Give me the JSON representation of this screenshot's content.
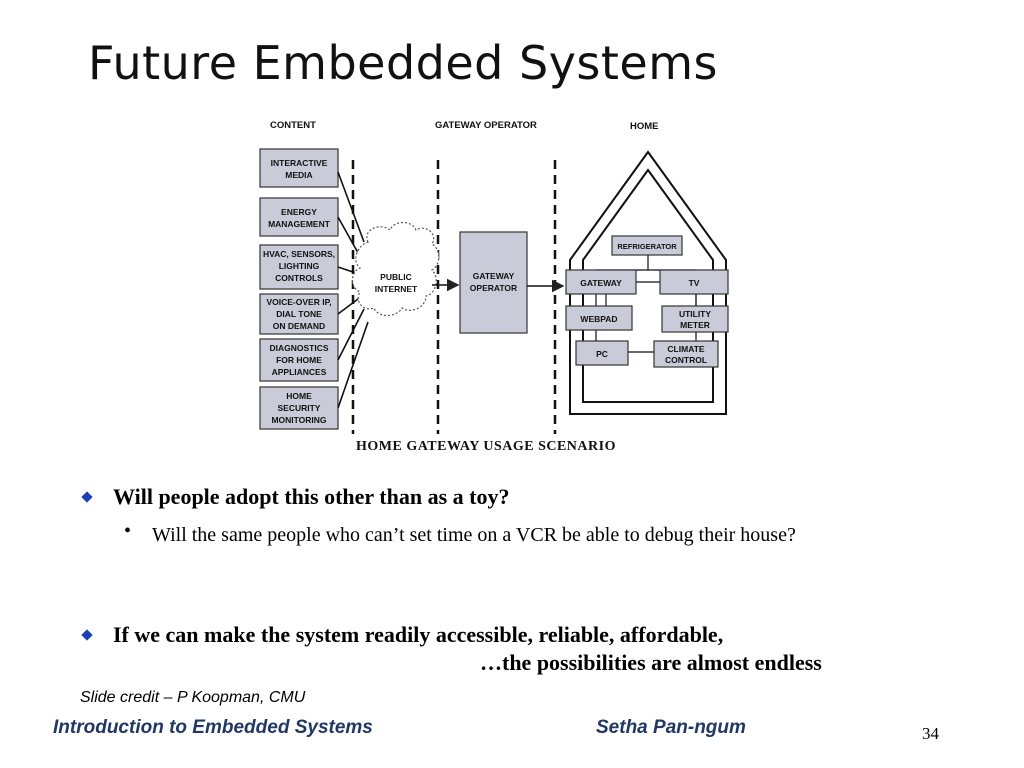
{
  "slide": {
    "title": "Future Embedded Systems",
    "page_number": "34"
  },
  "diagram": {
    "headers": {
      "content": "CONTENT",
      "gateway_operator": "GATEWAY OPERATOR",
      "home": "HOME"
    },
    "content_boxes": [
      [
        "INTERACTIVE",
        "MEDIA"
      ],
      [
        "ENERGY",
        "MANAGEMENT"
      ],
      [
        "HVAC, SENSORS,",
        "LIGHTING",
        "CONTROLS"
      ],
      [
        "VOICE-OVER IP,",
        "DIAL TONE",
        "ON DEMAND"
      ],
      [
        "DIAGNOSTICS",
        "FOR HOME",
        "APPLIANCES"
      ],
      [
        "HOME",
        "SECURITY",
        "MONITORING"
      ]
    ],
    "cloud": [
      "PUBLIC",
      "INTERNET"
    ],
    "operator_box": [
      "GATEWAY",
      "OPERATOR"
    ],
    "home_boxes": {
      "refrigerator": [
        "REFRIGERATOR"
      ],
      "gateway": [
        "GATEWAY"
      ],
      "tv": [
        "TV"
      ],
      "webpad": [
        "WEBPAD"
      ],
      "utility_meter": [
        "UTILITY",
        "METER"
      ],
      "pc": [
        "PC"
      ],
      "climate_control": [
        "CLIMATE",
        "CONTROL"
      ]
    },
    "caption": "HOME GATEWAY USAGE SCENARIO"
  },
  "bullets": {
    "b1": "Will people adopt this other than as a toy?",
    "b1_sub": "Will the same people who can’t set time on a VCR be able to debug their house?",
    "b2_line1": "If we can make the system readily accessible, reliable, affordable,",
    "b2_line2": "…the possibilities are almost endless"
  },
  "footer": {
    "credit": "Slide credit – P Koopman, CMU",
    "course": "Introduction to Embedded Systems",
    "author": "Setha Pan-ngum"
  },
  "colors": {
    "footer_text": "#1f3864",
    "bullet_diamond": "#1a3fb8",
    "box_fill": "#c9ccd8"
  }
}
